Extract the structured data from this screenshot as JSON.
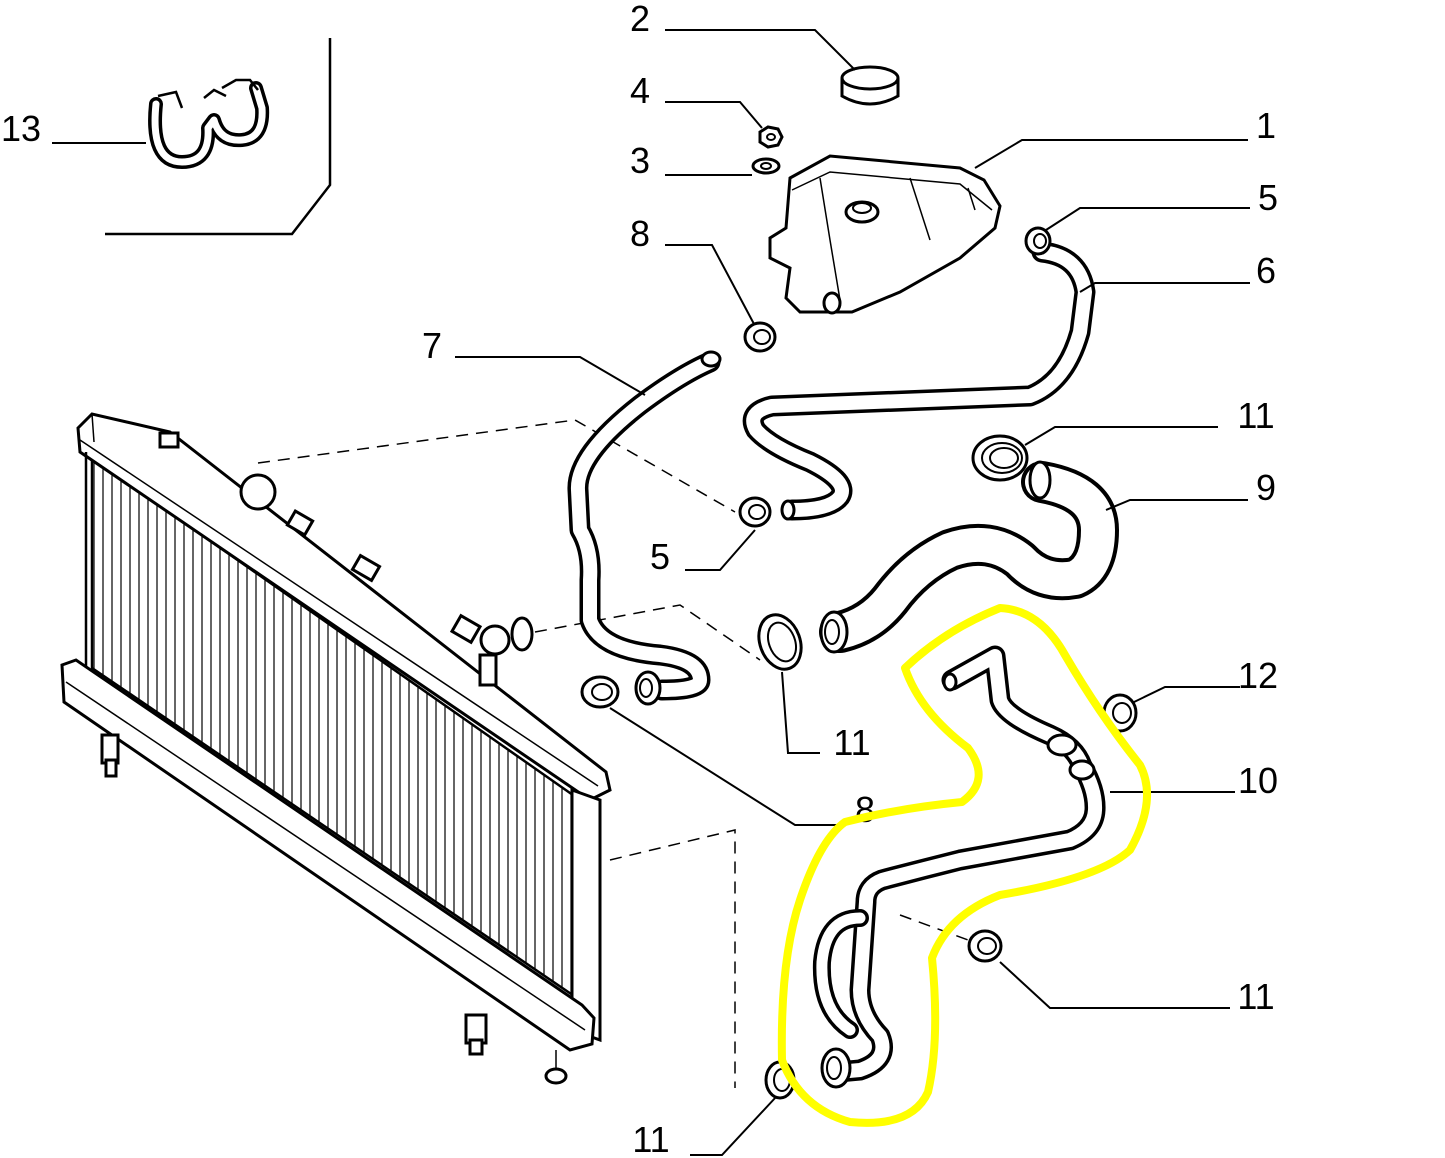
{
  "callouts": [
    "13",
    "2",
    "4",
    "3",
    "1",
    "5",
    "8",
    "6",
    "7",
    "11",
    "9",
    "5",
    "12",
    "11",
    "10",
    "8",
    "11",
    "11"
  ],
  "colors": {
    "highlight": "#ffff00",
    "line": "#000000"
  }
}
